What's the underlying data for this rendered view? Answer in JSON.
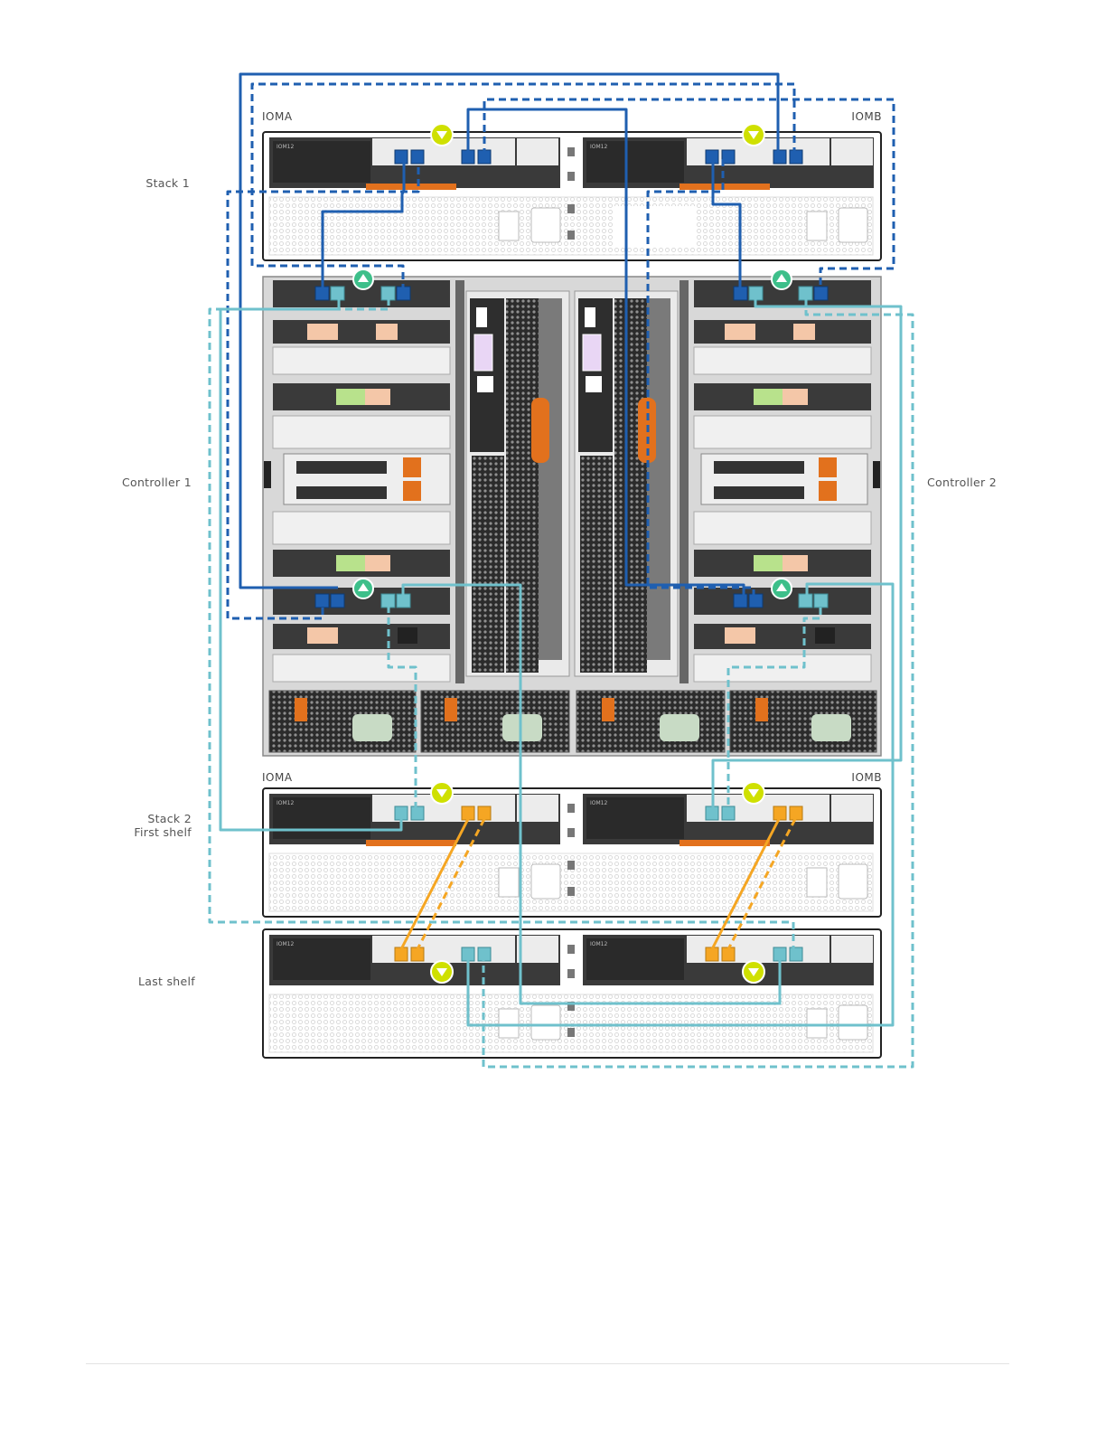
{
  "labels": {
    "stack1": "Stack 1",
    "controller1": "Controller 1",
    "controller2": "Controller 2",
    "stack2_line1": "Stack 2",
    "stack2_line2": "First shelf",
    "last_shelf": "Last shelf",
    "ioma_top": "IOMA",
    "iomb_top": "IOMB",
    "ioma_mid": "IOMA",
    "iomb_mid": "IOMB"
  },
  "module_tag": "IOM12",
  "colors": {
    "sas_dark_blue": "#1f5fb0",
    "sas_light_blue": "#6fc1cc",
    "shelf_link_orange": "#f5a623",
    "locator_green": "#cfe000",
    "controller_led_green": "#3dbf8a",
    "handle_orange": "#e2711d"
  }
}
